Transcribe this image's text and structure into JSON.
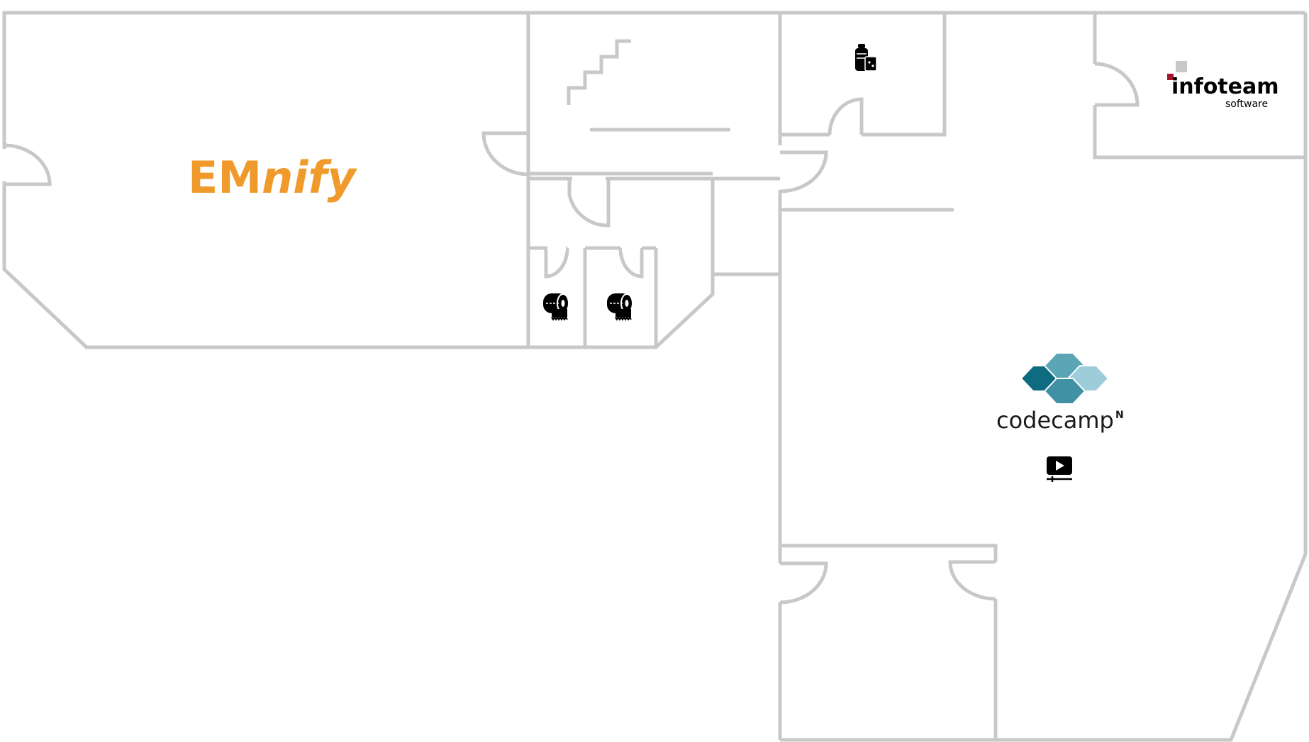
{
  "floorplan": {
    "rooms": [
      {
        "id": "emnify-office",
        "logo": {
          "text_upright": "EM",
          "text_italic": "nify",
          "color": "#ef9a2b"
        }
      },
      {
        "id": "infoteam-office",
        "logo": {
          "main": "infoteam",
          "sub": "software",
          "square_grey": "#c8c8c8",
          "square_red": "#a3152a"
        }
      },
      {
        "id": "codecamp-office",
        "logo": {
          "main": "codecamp",
          "superscript": "N",
          "hex_colors": [
            "#0e6b80",
            "#5aa6b6",
            "#9ccdd8",
            "#3f91a3"
          ]
        }
      }
    ],
    "icons": [
      {
        "name": "toilet-paper-icon",
        "room": "wc-1"
      },
      {
        "name": "toilet-paper-icon",
        "room": "wc-2"
      },
      {
        "name": "kitchen-supplies-icon",
        "room": "kitchen"
      },
      {
        "name": "presentation-screen-icon",
        "room": "codecamp-office"
      }
    ],
    "colors": {
      "wall": "#c8c8c8",
      "icon": "#000000",
      "background": "#ffffff"
    }
  }
}
